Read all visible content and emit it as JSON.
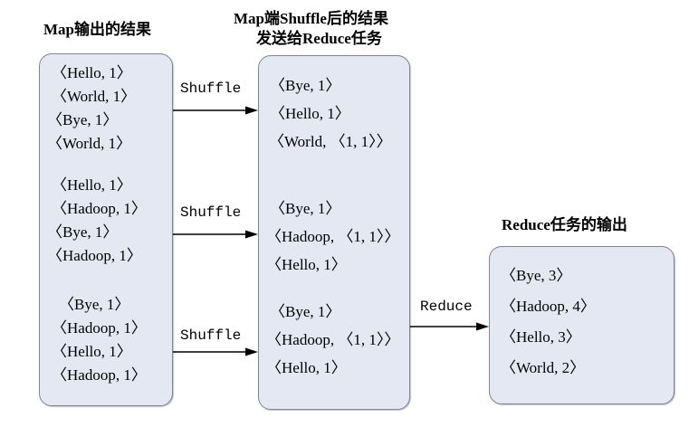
{
  "diagram": {
    "title_map_output": "Map输出的结果",
    "title_shuffle_line1": "Map端Shuffle后的结果",
    "title_shuffle_line2": "发送给Reduce任务",
    "title_reduce_output": "Reduce任务的输出",
    "accent_fill": "#e3e8f2",
    "accent_border": "#7f8594",
    "text_color": "#000000"
  },
  "map_output_box": {
    "groups": [
      {
        "items": [
          "〈Hello, 1〉",
          "〈World, 1〉",
          "〈Bye, 1〉",
          "〈World, 1〉"
        ]
      },
      {
        "items": [
          "〈Hello, 1〉",
          "〈Hadoop, 1〉",
          "〈Bye, 1〉",
          "〈Hadoop, 1〉"
        ]
      },
      {
        "items": [
          "〈Bye, 1〉",
          "〈Hadoop, 1〉",
          "〈Hello, 1〉",
          "〈Hadoop, 1〉"
        ]
      }
    ]
  },
  "shuffle_box": {
    "groups": [
      {
        "items": [
          "〈Bye, 1〉",
          "〈Hello, 1〉",
          "〈World, 〈1, 1〉〉"
        ]
      },
      {
        "items": [
          "〈Bye, 1〉",
          "〈Hadoop, 〈1, 1〉〉",
          "〈Hello, 1〉"
        ]
      },
      {
        "items": [
          "〈Bye, 1〉",
          "〈Hadoop, 〈1, 1〉〉",
          "〈Hello, 1〉"
        ]
      }
    ]
  },
  "reduce_output_box": {
    "items": [
      "〈Bye, 3〉",
      "〈Hadoop, 4〉",
      "〈Hello, 3〉",
      "〈World, 2〉"
    ]
  },
  "arrows": {
    "shuffle_1": "Shuffle",
    "shuffle_2": "Shuffle",
    "shuffle_3": "Shuffle",
    "reduce": "Reduce"
  }
}
